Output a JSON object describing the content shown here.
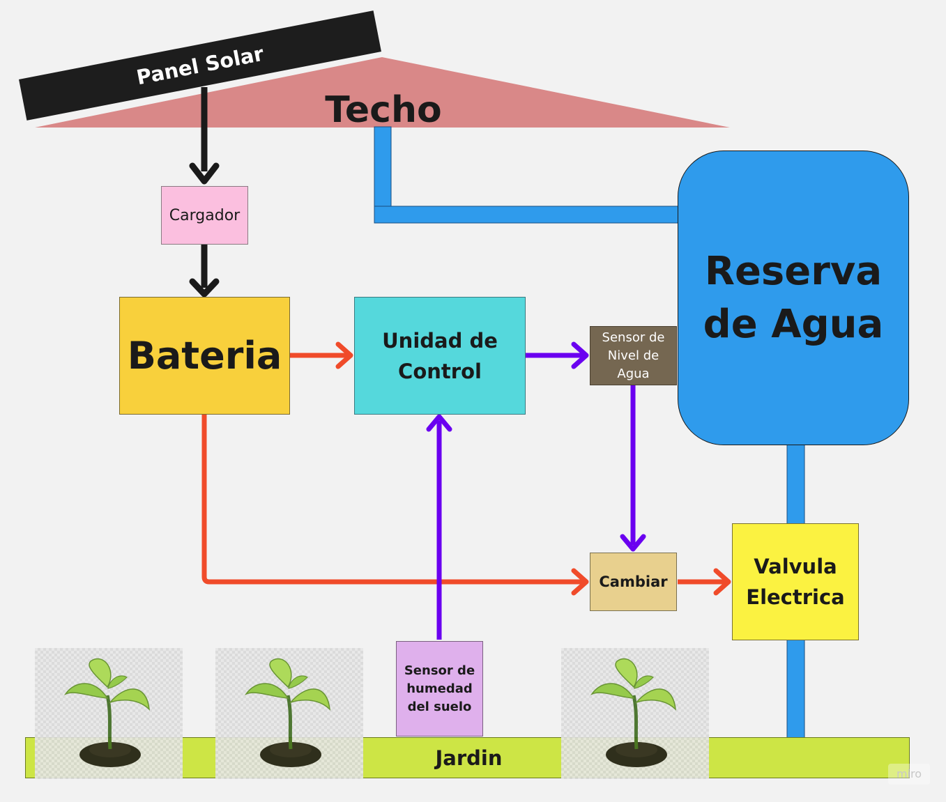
{
  "labels": {
    "panel_solar": "Panel Solar",
    "techo": "Techo",
    "cargador": "Cargador",
    "bateria": "Bateria",
    "unidad_control": "Unidad de Control",
    "sensor_nivel": "Sensor de Nivel de Agua",
    "reserva": "Reserva de Agua",
    "cambiar": "Cambiar",
    "valvula": "Valvula Electrica",
    "sensor_humedad": "Sensor de humedad del suelo",
    "jardin": "Jardin",
    "watermark": "miro"
  },
  "colors": {
    "background": "#f2f2f2",
    "roof": "#d98888",
    "panel": "#1d1d1d",
    "charger": "#fbbfdf",
    "battery": "#f8d03c",
    "control": "#55d8dc",
    "level_sensor": "#756751",
    "reservoir": "#2f9bec",
    "switch": "#e8d08e",
    "valve": "#fbf241",
    "humidity_sensor": "#dfb0ec",
    "garden": "#cde545",
    "power_arrow": "#f04b2a",
    "signal_arrow": "#6a00f0",
    "panel_arrow": "#1a1a1a",
    "pipe": "#2f9bec"
  },
  "icons": [
    "plant-seedling-icon",
    "plant-seedling-icon",
    "plant-seedling-icon"
  ]
}
